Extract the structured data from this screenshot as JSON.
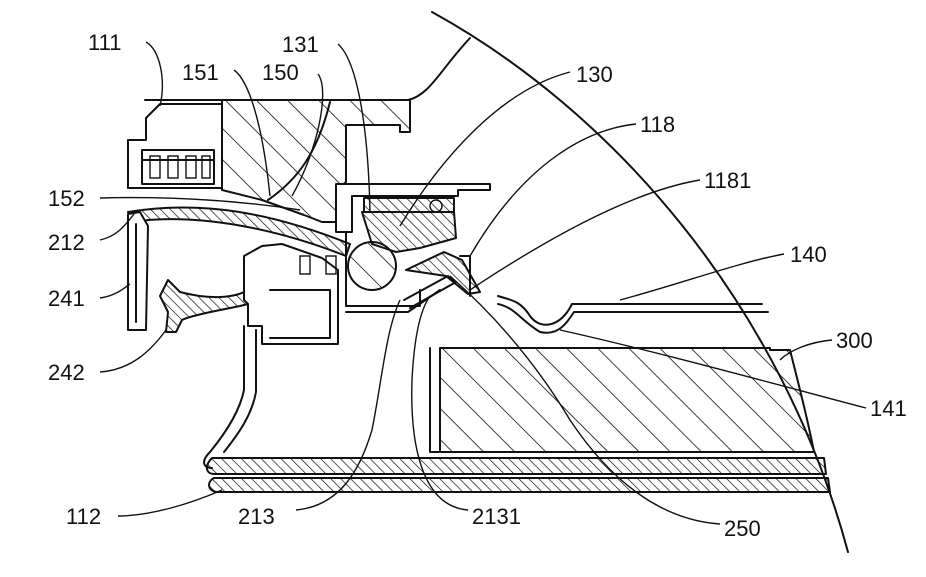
{
  "labels": {
    "l111": "111",
    "l151": "151",
    "l150": "150",
    "l131": "131",
    "l130": "130",
    "l118": "118",
    "l1181": "1181",
    "l152": "152",
    "l212": "212",
    "l140": "140",
    "l241": "241",
    "l300": "300",
    "l242": "242",
    "l141": "141",
    "l112": "112",
    "l213": "213",
    "l2131": "2131",
    "l250": "250"
  }
}
